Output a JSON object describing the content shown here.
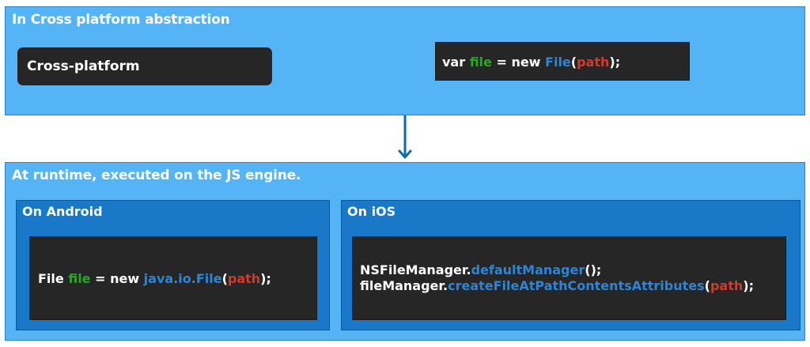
{
  "top": {
    "title": "In Cross platform abstraction",
    "pill_label": "Cross-platform",
    "code": {
      "t1": "var ",
      "t2": "file",
      "t3": " = new ",
      "t4": "File",
      "t5": "(",
      "t6": "path",
      "t7": ");"
    }
  },
  "bottom": {
    "title": "At runtime, executed on the JS engine.",
    "android": {
      "title": "On Android",
      "code": {
        "t1": "File ",
        "t2": "file",
        "t3": " = new ",
        "t4": "java.io.File",
        "t5": "(",
        "t6": "path",
        "t7": ");"
      }
    },
    "ios": {
      "title": "On iOS",
      "line1": {
        "t1": "NSFileManager.",
        "t2": "defaultManager",
        "t3": "();"
      },
      "line2": {
        "t1": "fileManager.",
        "t2": "createFileAtPathContentsAttributes",
        "t3": "(",
        "t4": "path",
        "t5": ");"
      }
    }
  },
  "colors": {
    "panel": "#55b4f6",
    "subpanel": "#1978c7",
    "code_bg": "#262626",
    "arrow": "#0f6aa8",
    "green": "#2aa52a",
    "blue": "#2c85d6",
    "red": "#d23a2a"
  }
}
